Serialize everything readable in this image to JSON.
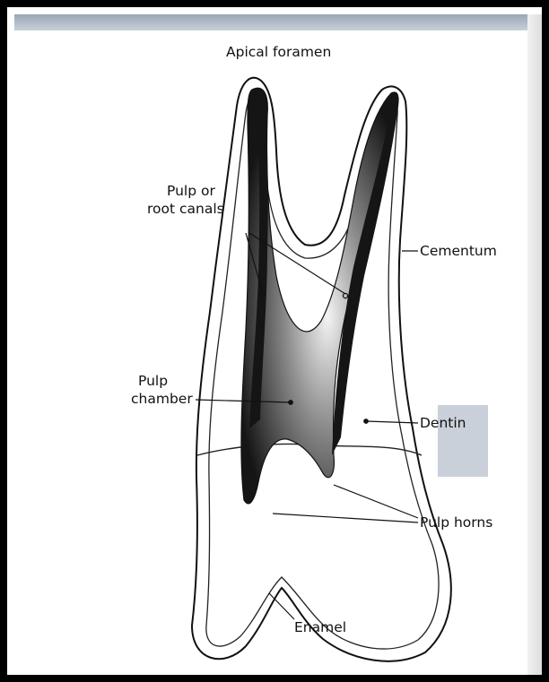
{
  "labels": {
    "apical_foramen": "Apical foramen",
    "pulp_or": "Pulp or",
    "root_canals": "root canals",
    "cementum": "Cementum",
    "pulp": "Pulp",
    "chamber": "chamber",
    "dentin": "Dentin",
    "pulp_horns": "Pulp horns",
    "enamel": "Enamel"
  },
  "colors": {
    "line": "#111111",
    "pulp": "#161616",
    "frame": "#000000",
    "background_text": "#c9cfd8"
  }
}
